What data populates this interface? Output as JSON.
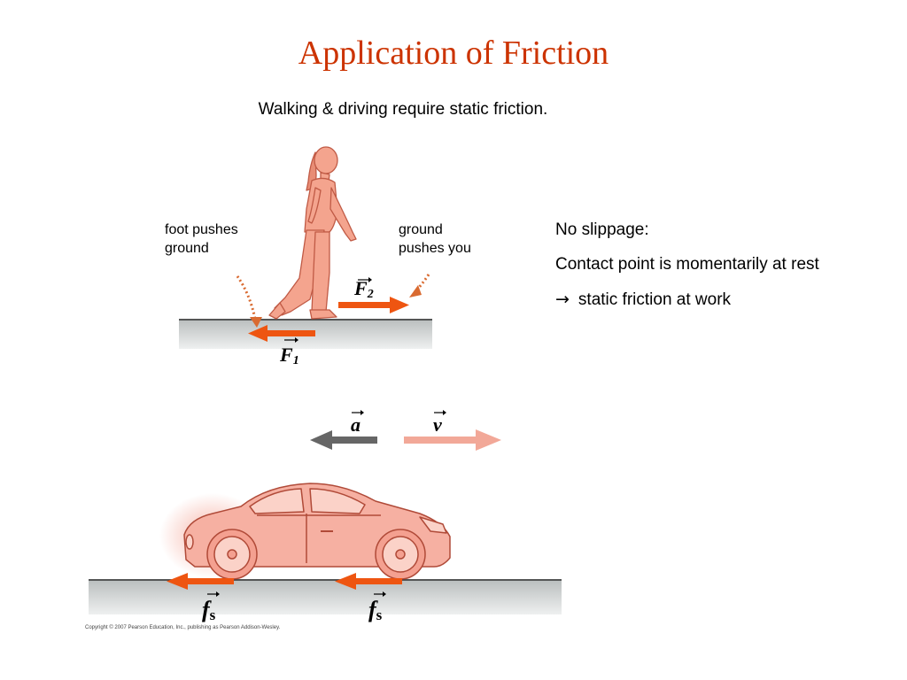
{
  "title": "Application of Friction",
  "subtitle": "Walking & driving require static friction.",
  "walking": {
    "label_left": [
      "foot pushes",
      "ground"
    ],
    "label_right": [
      "ground",
      "pushes you"
    ],
    "force_top": {
      "letter": "F",
      "subscript": "2"
    },
    "force_bottom": {
      "letter": "F",
      "subscript": "1"
    }
  },
  "notes": {
    "line1": "No slippage:",
    "line2": "Contact point is momentarily at rest",
    "line3_symbol": "→",
    "line3_text": "static friction at work"
  },
  "car": {
    "accel": {
      "letter": "a"
    },
    "velocity": {
      "letter": "v"
    },
    "friction_left": {
      "letter": "f",
      "subscript": "s"
    },
    "friction_right": {
      "letter": "f",
      "subscript": "s"
    }
  },
  "copyright": "Copyright © 2007 Pearson Education, Inc., publishing as Pearson Addison-Wesley.",
  "colors": {
    "title": "#cc3300",
    "force_arrow": "#ee5511",
    "accel_arrow": "#666666",
    "velocity_arrow": "#f2a898",
    "figure_fill": "#f4a48e",
    "ground": "#c9cdcd"
  }
}
